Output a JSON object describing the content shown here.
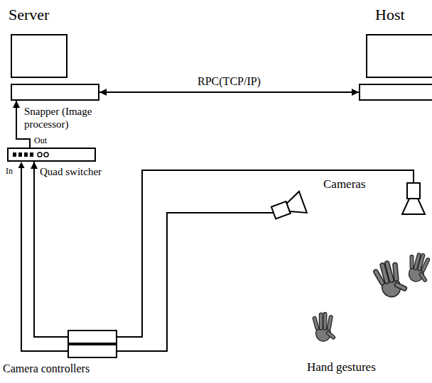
{
  "diagram": {
    "nodes": [
      {
        "text": [
          "Server"
        ]
      },
      {
        "text": [
          "Host"
        ]
      },
      {
        "text": [
          "Quad switcher"
        ]
      },
      {
        "text": [
          "Camera controllers"
        ]
      }
    ],
    "edges": [
      {
        "from": 0,
        "to": 1,
        "label": "RPC(TCP/IP)",
        "arrow": "both"
      },
      {
        "from": 2,
        "to": 0,
        "arrow": "to"
      },
      {
        "from": 3,
        "to": 2,
        "arrow": "to"
      }
    ],
    "labels": [
      "Snapper (Image processor)",
      "Out",
      "In",
      "Cameras",
      "Hand gestures"
    ]
  }
}
